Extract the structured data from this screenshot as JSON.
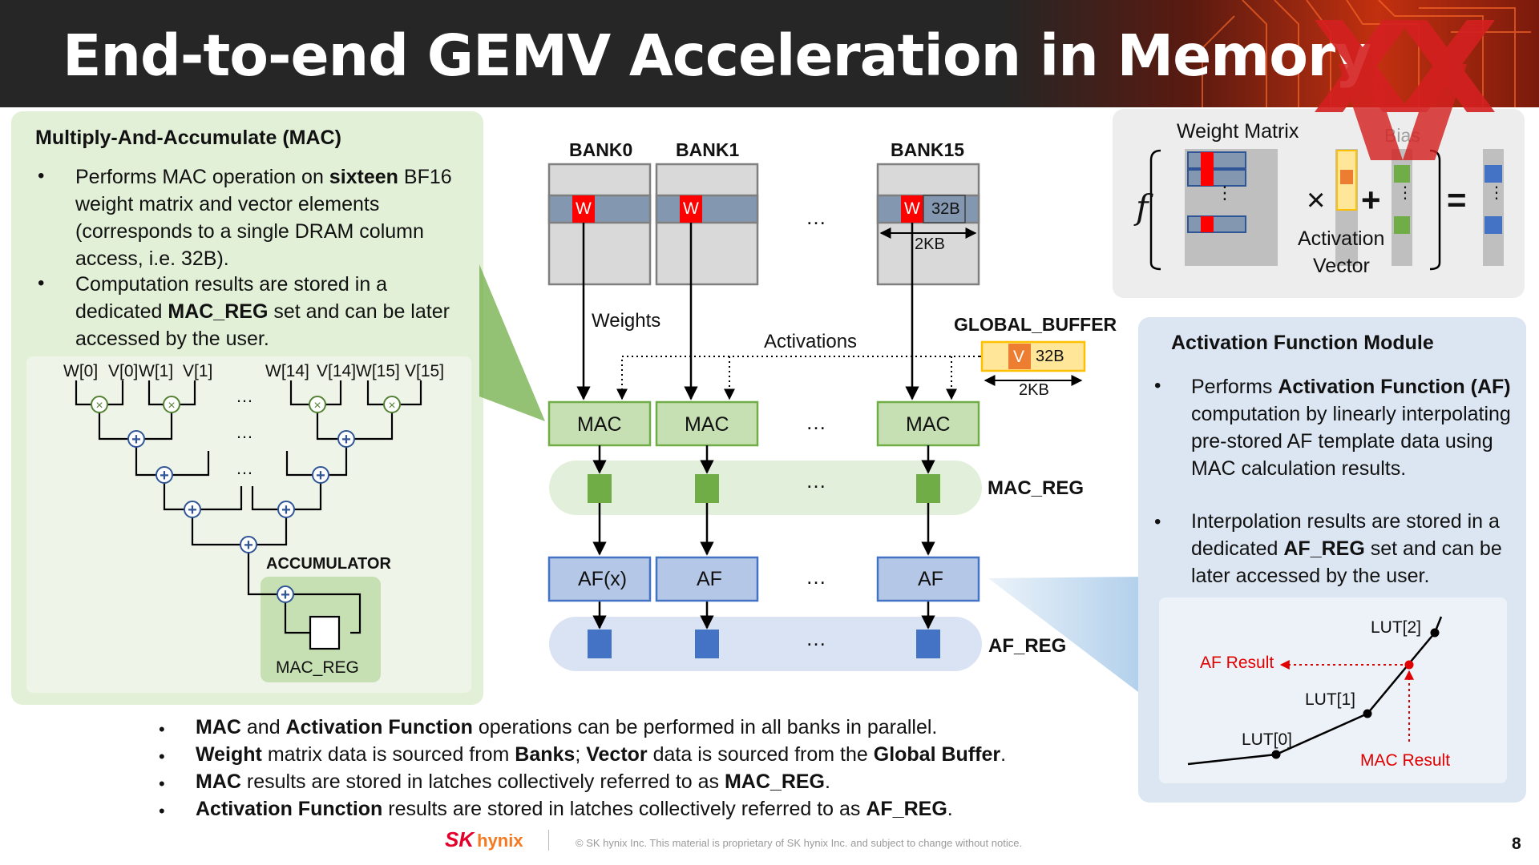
{
  "header": {
    "title": "End-to-end GEMV Acceleration in Memory"
  },
  "mac_panel": {
    "title": "Multiply-And-Accumulate (MAC)",
    "bullet1": [
      {
        "t": "Performs MAC operation on ",
        "b": false
      },
      {
        "t": "sixteen",
        "b": true
      },
      {
        "t": " BF16 weight matrix and vector elements (corresponds to a single DRAM column access, i.e. 32B).",
        "b": false
      }
    ],
    "bullet2": [
      {
        "t": "Computation results are stored in a dedicated ",
        "b": false
      },
      {
        "t": "MAC_REG",
        "b": true
      },
      {
        "t": " set and can be later accessed by the user.",
        "b": false
      }
    ],
    "tree": {
      "w0": "W[0]",
      "v0": "V[0]",
      "w1": "W[1]",
      "v1": "V[1]",
      "w14": "W[14]",
      "v14": "V[14]",
      "w15": "W[15]",
      "v15": "V[15]",
      "ellipsis": "…",
      "accumulator": "ACCUMULATOR",
      "mac_reg": "MAC_REG"
    }
  },
  "diagram": {
    "bank0": "BANK0",
    "bank1": "BANK1",
    "bank15": "BANK15",
    "w": "W",
    "v": "V",
    "size32": "32B",
    "size2k": "2KB",
    "weights": "Weights",
    "activations": "Activations",
    "global_buffer": "GLOBAL_BUFFER",
    "mac": "MAC",
    "mac_reg": "MAC_REG",
    "afx": "AF(x)",
    "af": "AF",
    "af_reg": "AF_REG",
    "ellipsis": "…"
  },
  "weight_panel": {
    "f": "f",
    "weight_matrix": "Weight Matrix",
    "bias": "Bias",
    "times": "×",
    "plus": "+",
    "equals": "=",
    "vdots": "⋮",
    "activation": "Activation",
    "vector": "Vector"
  },
  "af_panel": {
    "title": "Activation Function Module",
    "bullet1": [
      {
        "t": "Performs ",
        "b": false
      },
      {
        "t": "Activation Function (AF)",
        "b": true
      },
      {
        "t": " computation by linearly interpolating pre-stored AF template data using MAC calculation results.",
        "b": false
      }
    ],
    "bullet2": [
      {
        "t": "Interpolation results are stored in a dedicated ",
        "b": false
      },
      {
        "t": "AF_REG",
        "b": true
      },
      {
        "t": " set and can be later accessed by the user.",
        "b": false
      }
    ],
    "chart": {
      "lut0": "LUT[0]",
      "lut1": "LUT[1]",
      "lut2": "LUT[2]",
      "af_result": "AF Result",
      "mac_result": "MAC Result"
    }
  },
  "bottom": {
    "items": [
      [
        {
          "t": "MAC",
          "b": true
        },
        {
          "t": " and ",
          "b": false
        },
        {
          "t": "Activation Function",
          "b": true
        },
        {
          "t": " operations can be performed in all banks in parallel.",
          "b": false
        }
      ],
      [
        {
          "t": "Weight",
          "b": true
        },
        {
          "t": " matrix data is sourced from ",
          "b": false
        },
        {
          "t": "Banks",
          "b": true
        },
        {
          "t": "; ",
          "b": false
        },
        {
          "t": "Vector",
          "b": true
        },
        {
          "t": " data is sourced from the ",
          "b": false
        },
        {
          "t": "Global Buffer",
          "b": true
        },
        {
          "t": ".",
          "b": false
        }
      ],
      [
        {
          "t": "MAC",
          "b": true
        },
        {
          "t": " results are stored in latches collectively referred to as ",
          "b": false
        },
        {
          "t": "MAC_REG",
          "b": true
        },
        {
          "t": ".",
          "b": false
        }
      ],
      [
        {
          "t": "Activation Function",
          "b": true
        },
        {
          "t": " results are stored in latches collectively referred to as ",
          "b": false
        },
        {
          "t": "AF_REG",
          "b": true
        },
        {
          "t": ".",
          "b": false
        }
      ]
    ]
  },
  "footer": {
    "logo_sk": "SK",
    "logo_hynix": "hynix",
    "copyright": "© SK hynix Inc. This material is proprietary of SK hynix Inc. and subject to change without notice.",
    "page": "8"
  },
  "colors": {
    "mac_green": "#c6e0b4",
    "mac_border": "#70ad47",
    "reg_green": "#70ad47",
    "af_blue": "#b4c7e7",
    "af_border": "#4472c4",
    "reg_blue": "#4472c4",
    "weight_red": "#ff0000",
    "gb_yellow": "#ffe699",
    "gb_orange": "#ed7d31",
    "bank_gray": "#d9d9d9",
    "row_blue": "#8497b0",
    "sk_red": "#e4002b",
    "hynix_orange": "#f47920"
  }
}
